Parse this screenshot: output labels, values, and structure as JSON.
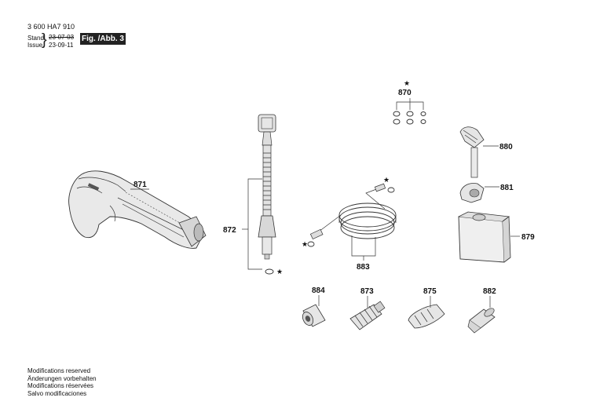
{
  "header": {
    "doc_number": "3 600 HA7 910",
    "stand_label": "Stand",
    "issue_label": "Issue",
    "stand_date": "23-07-03",
    "issue_date": "23-09-11",
    "figure_label": "Fig. /Abb. 3"
  },
  "parts": {
    "p871": "871",
    "p872": "872",
    "p870": "870",
    "p883": "883",
    "p880": "880",
    "p881": "881",
    "p879": "879",
    "p884": "884",
    "p873": "873",
    "p875": "875",
    "p882": "882",
    "star": "★"
  },
  "footer": {
    "line1": "Modifications reserved",
    "line2": "Änderungen vorbehalten",
    "line3": "Modifications réservées",
    "line4": "Salvo modificaciones"
  }
}
